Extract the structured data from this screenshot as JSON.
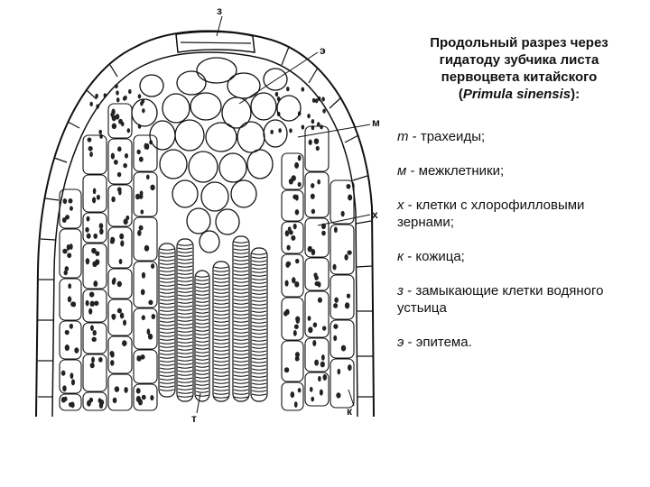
{
  "title": {
    "line1": "Продольный разрез через",
    "line2": "гидатоду зубчика листа",
    "line3": "первоцвета китайского",
    "latin_open": "(",
    "latin": "Primula sinensis",
    "latin_close": "):"
  },
  "legend": [
    {
      "symbol": "т",
      "text": " - трахеиды;"
    },
    {
      "symbol": "м",
      "text": " - межклетники;"
    },
    {
      "symbol": "х",
      "text": " - клетки с хлорофилловыми зернами;"
    },
    {
      "symbol": "к",
      "text": " - кожица;"
    },
    {
      "symbol": "з",
      "text": " - замыкающие клетки водяного устьица"
    },
    {
      "symbol": "э",
      "text": " - эпитема."
    }
  ],
  "diagram_labels": {
    "z": "з",
    "e": "э",
    "m": "м",
    "x": "х",
    "t": "т",
    "k": "к"
  }
}
